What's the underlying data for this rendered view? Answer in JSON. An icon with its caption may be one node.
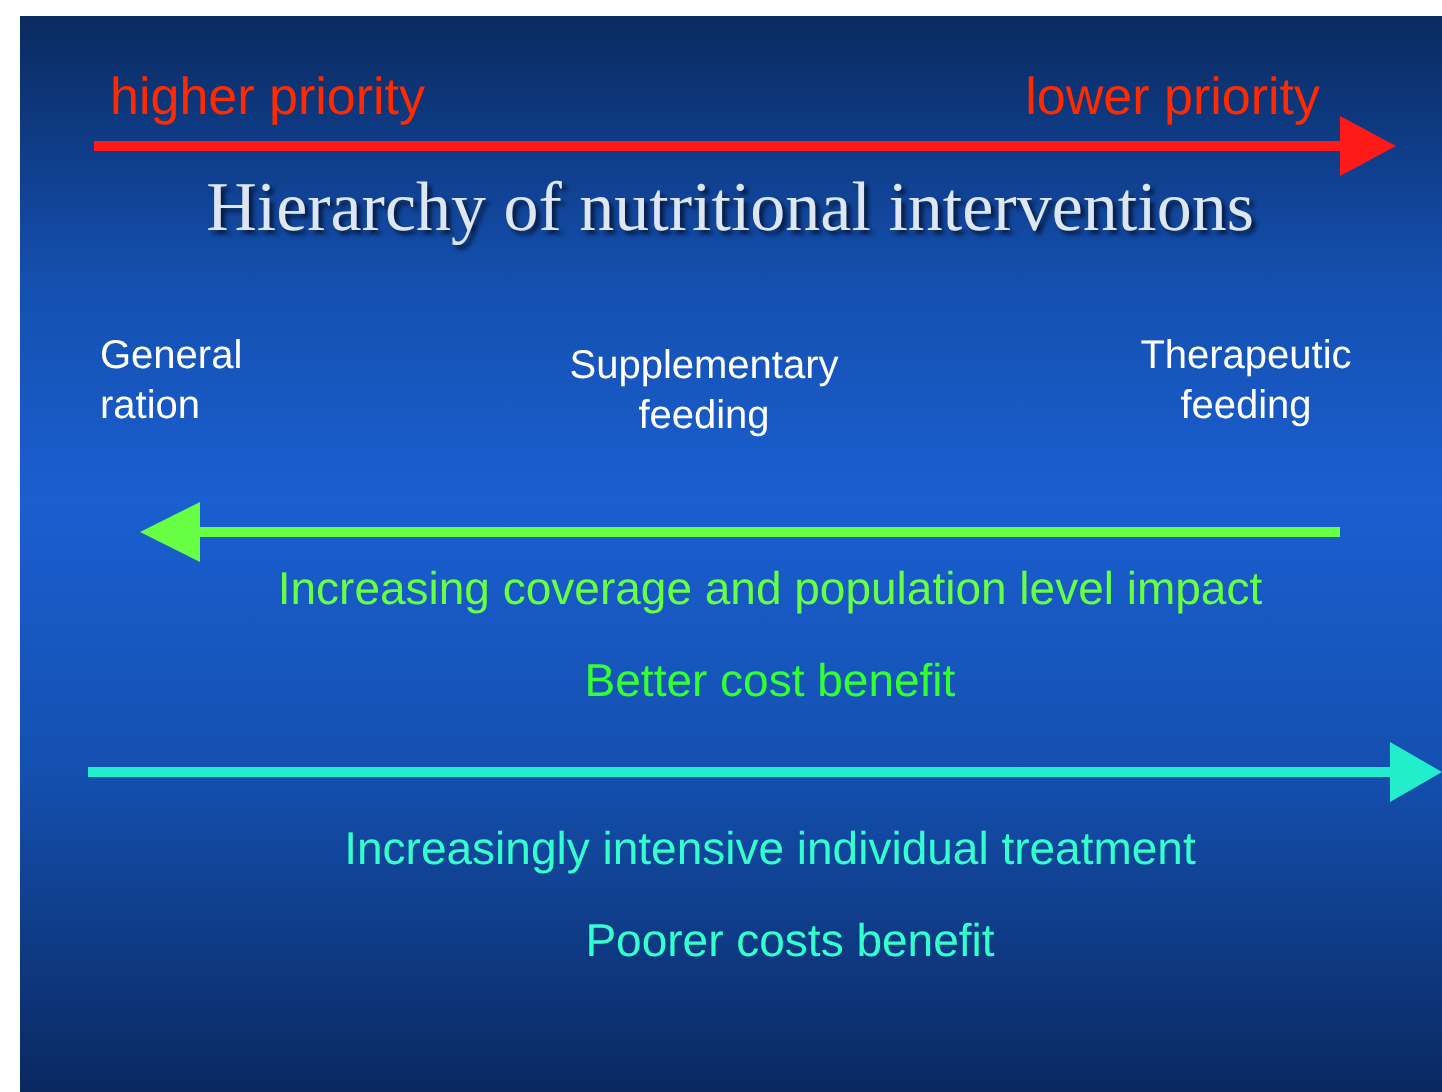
{
  "diagram": {
    "title": "Hierarchy of nutritional interventions",
    "labels": [
      "higher priority",
      "lower priority",
      "General ration",
      "Supplementary feeding",
      "Therapeutic feeding",
      "Increasing coverage and population level impact",
      "Better cost benefit",
      "Increasingly intensive individual treatment",
      "Poorer costs benefit"
    ]
  }
}
